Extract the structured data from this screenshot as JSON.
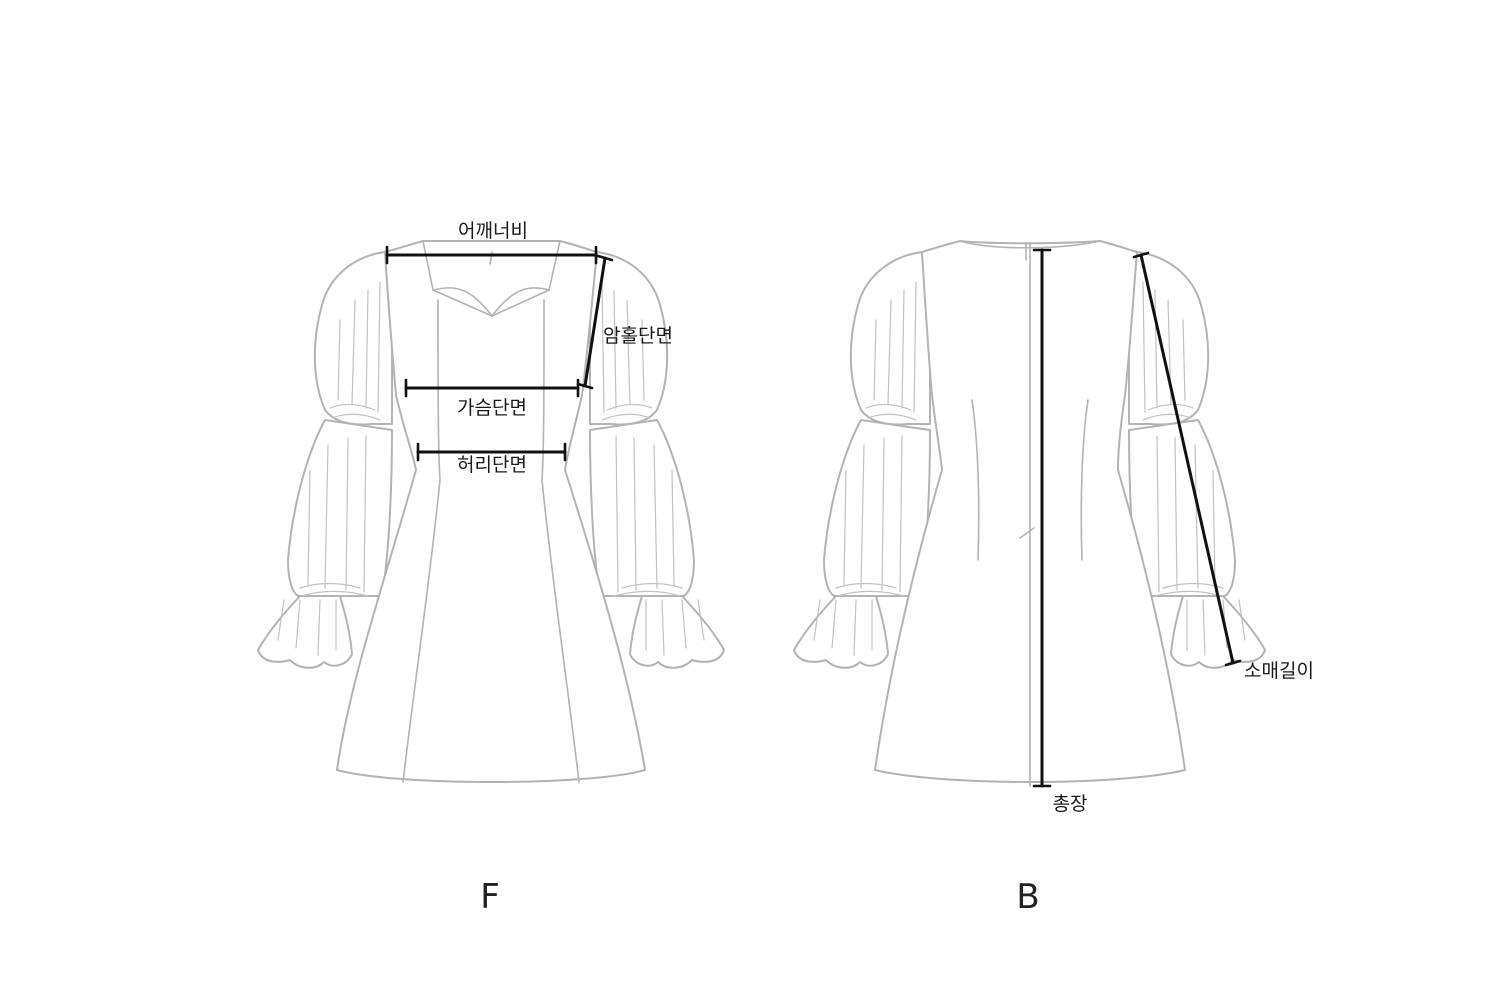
{
  "front": {
    "view_label": "F",
    "measurements": {
      "shoulder_width": "어깨너비",
      "armhole": "암홀단면",
      "chest": "가슴단면",
      "waist": "허리단면"
    }
  },
  "back": {
    "view_label": "B",
    "measurements": {
      "total_length": "총장",
      "sleeve_length": "소매길이"
    }
  }
}
